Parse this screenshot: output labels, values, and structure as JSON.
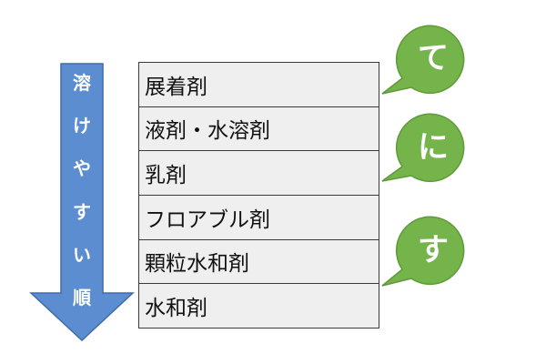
{
  "arrow": {
    "label_chars": [
      "溶",
      "け",
      "や",
      "す",
      "い",
      "順"
    ],
    "fill_color": "#5b8dd0",
    "stroke_color": "#3f6ba8"
  },
  "formulations": [
    "展着剤",
    "液剤・水溶剤",
    "乳剤",
    "フロアブル剤",
    "顆粒水和剤",
    "水和剤"
  ],
  "bubbles": [
    {
      "text": "て"
    },
    {
      "text": "に"
    },
    {
      "text": "す"
    }
  ],
  "colors": {
    "bubble_fill": "#74b44a",
    "bubble_stroke": "#5e9a3a",
    "row_fill": "#efefef",
    "row_border": "#3a3a3a"
  }
}
